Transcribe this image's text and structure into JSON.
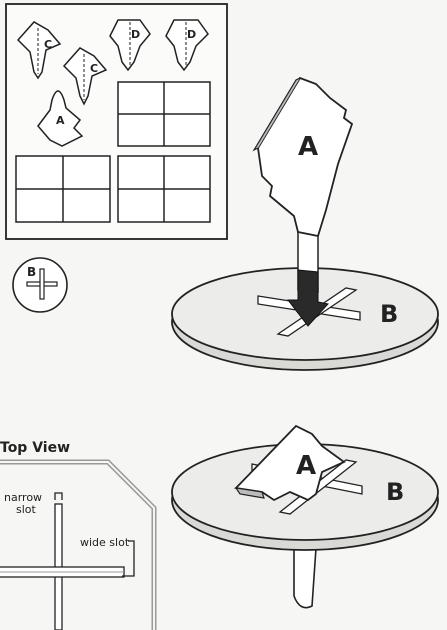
{
  "sheet": {
    "piece_c_label": "C",
    "piece_d_label": "D",
    "piece_a_label": "A"
  },
  "disc_icon": {
    "label": "B"
  },
  "step1": {
    "piece_label": "A",
    "disc_label": "B"
  },
  "step2": {
    "piece_label": "A",
    "disc_label": "B"
  },
  "top_view": {
    "title": "Top View",
    "narrow_slot_line1": "narrow",
    "narrow_slot_line2": "slot",
    "wide_slot": "wide slot"
  }
}
